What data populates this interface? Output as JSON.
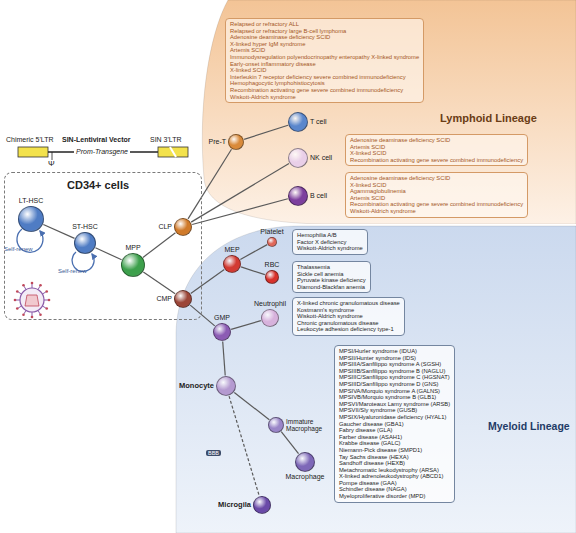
{
  "diagram": {
    "nodes": [
      {
        "text": [
          "CD34+ cells"
        ]
      },
      {
        "text": [
          "LT-HSC"
        ],
        "in": 0
      },
      {
        "text": [
          "ST-HSC"
        ],
        "in": 0
      },
      {
        "text": [
          "MPP"
        ],
        "in": 0
      },
      {
        "text": [
          "CLP"
        ],
        "in": 0
      },
      {
        "text": [
          "CMP"
        ],
        "in": 0
      },
      {
        "text": [
          "Lymphoid Lineage"
        ]
      },
      {
        "text": [
          "Pre-T"
        ],
        "in": 6
      },
      {
        "text": [
          "T cell"
        ],
        "in": 6
      },
      {
        "text": [
          "NK cell"
        ],
        "in": 6
      },
      {
        "text": [
          "B cell"
        ],
        "in": 6
      },
      {
        "text": [
          "Relapsed or refractory ALL",
          "Relapsed or refractory large B-cell lymphoma",
          "Adenosine deaminase deficiency SCID",
          "X-linked hyper IgM syndrome",
          "Artemis SCID",
          "Immunodysregulation polyendocrinopathy enteropathy X-linked syndrome",
          "Early-onset inflammatory disease",
          "X-linked SCID",
          "Interleukin 7 receptor deficiency severe combined immunodeficiency",
          "Hemophagocytic lymphohistiocytosis",
          "Recombination activating gene severe combined immunodeficiency",
          "Wiskott-Aldrich syndrome"
        ],
        "in": 6
      },
      {
        "text": [
          "Adenosine deaminase deficiency SCID",
          "Artemis SCID",
          "X-linked SCID",
          "Recombination activating gene severe combined immunodeficiency"
        ],
        "in": 6
      },
      {
        "text": [
          "Adenosine deaminase deficiency SCID",
          "X-linked SCID",
          "Agammaglobulinemia",
          "Artemis SCID",
          "Recombination activating gene severe combined immunodeficiency",
          "Wiskott-Aldrich syndrome"
        ],
        "in": 6
      },
      {
        "text": [
          "Myeloid Lineage"
        ]
      },
      {
        "text": [
          "MEP"
        ],
        "in": 14
      },
      {
        "text": [
          "GMP"
        ],
        "in": 14
      },
      {
        "text": [
          "Platelet"
        ],
        "in": 14
      },
      {
        "text": [
          "RBC"
        ],
        "in": 14
      },
      {
        "text": [
          "Neutrophil"
        ],
        "in": 14
      },
      {
        "text": [
          "Monocyte"
        ],
        "in": 14
      },
      {
        "text": [
          "Immature Macrophage"
        ],
        "in": 14
      },
      {
        "text": [
          "Macrophage"
        ],
        "in": 14
      },
      {
        "text": [
          "Microgila"
        ],
        "in": 14
      },
      {
        "text": [
          "Hemophilia A/B",
          "Factor X deficiency",
          "Wiskott-Aldrich syndrome"
        ],
        "in": 14
      },
      {
        "text": [
          "Thalassemia",
          "Sickle cell anemia",
          "Pyruvate kinase deficiency",
          "Diamond-Blackfan anemia"
        ],
        "in": 14
      },
      {
        "text": [
          "X-linked chronic granulomatous disease",
          "Kostmann's syndrome",
          "Wiskott-Aldrich syndrome",
          "Chronic granulomatous disease",
          "Leukocyte adhesion deficiency type-1"
        ],
        "in": 14
      },
      {
        "text": [
          "MPSI/Hurler syndrome (IDUA)",
          "MPSII/Hunter syndrome (IDS)",
          "MPSIIIA/Sanfilippo syndrome A (SGSH)",
          "MPSIIIB/Sanfilippo syndrome B (NAGLU)",
          "MPSIIIC/Sanfilippo syndrome C (HGSNAT)",
          "MPSIIID/Sanfilippo syndrome D (GNS)",
          "MPSIVA/Morquio syndrome A (GALNS)",
          "MPSIVB/Morquio syndrome B (GLB1)",
          "MPSVI/Maroteaux Lamy syndrome (ARSB)",
          "MPSVII/Sly syndrome (GUSB)",
          "MPSIX/Hyaluronidase deficiency (HYAL1)",
          "Gaucher disease (GBA1)",
          "Fabry disease (GLA)",
          "Farber disease (ASAH1)",
          "Krabbe disease (GALC)",
          "Niemann-Pick disease (SMPD1)",
          "Tay Sachs disease (HEXA)",
          "Sandhoff disease (HEXB)",
          "Metachromatic leukodystrophy (ARSA)",
          "X-linked adrenoleukodystrophy (ABCD1)",
          "Pompe disease (GAA)",
          "Schindler disease (NAGA)",
          "Myeloproliferative disorder (MPD)"
        ],
        "in": 14
      }
    ],
    "edges": [
      {
        "from": 1,
        "to": 2,
        "arrow": "none"
      },
      {
        "from": 2,
        "to": 3,
        "arrow": "none"
      },
      {
        "from": 3,
        "to": 4,
        "arrow": "none"
      },
      {
        "from": 3,
        "to": 5,
        "arrow": "none"
      },
      {
        "from": 4,
        "to": 7,
        "arrow": "none"
      },
      {
        "from": 7,
        "to": 8,
        "arrow": "none"
      },
      {
        "from": 4,
        "to": 9,
        "arrow": "none"
      },
      {
        "from": 4,
        "to": 10,
        "arrow": "none"
      },
      {
        "from": 5,
        "to": 15,
        "arrow": "none"
      },
      {
        "from": 5,
        "to": 16,
        "arrow": "none"
      },
      {
        "from": 15,
        "to": 17,
        "arrow": "none"
      },
      {
        "from": 15,
        "to": 18,
        "arrow": "none"
      },
      {
        "from": 16,
        "to": 19,
        "arrow": "none"
      },
      {
        "from": 16,
        "to": 20,
        "arrow": "none"
      },
      {
        "from": 20,
        "to": 21,
        "arrow": "none"
      },
      {
        "from": 21,
        "to": 22,
        "arrow": "none"
      },
      {
        "from": 20,
        "to": 23,
        "arrow": "none"
      }
    ],
    "labels": [
      "Chimeric 5'LTR",
      "SIN-Lentiviral Vector",
      "Prom-Transgene",
      "SIN 3'LTR",
      "Ψ",
      "Self-renew",
      "Self-renew",
      "BBB"
    ]
  }
}
